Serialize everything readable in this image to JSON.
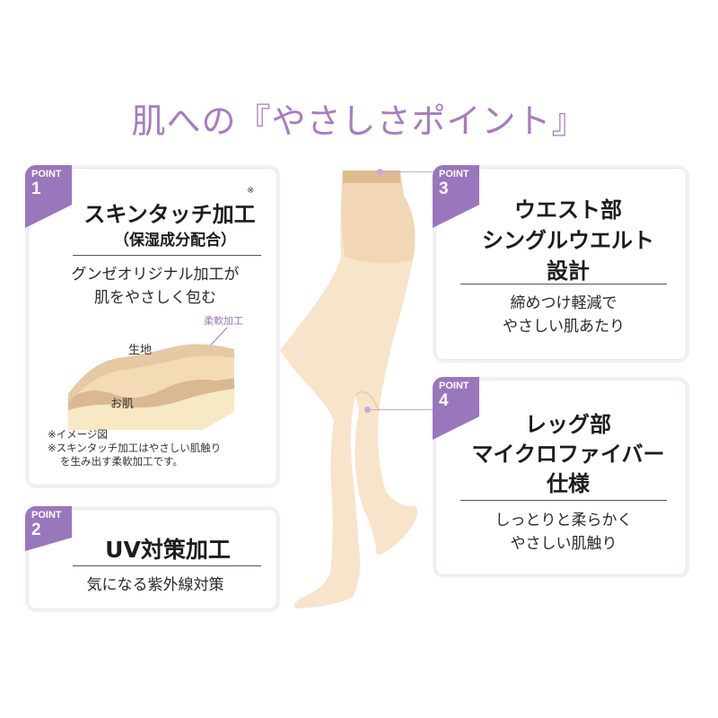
{
  "title": "肌への『やさしさポイント』",
  "badge_word": "POINT",
  "points": [
    {
      "number": "1",
      "heading": "スキンタッチ加工",
      "mark": "※",
      "subheading": "（保湿成分配合）",
      "description": [
        "グンゼオリジナル加工が",
        "肌をやさしく包む"
      ],
      "diagram": {
        "softening_label": "柔軟加工",
        "top_label": "生地",
        "bottom_label": "お肌"
      },
      "notes": [
        "※イメージ図",
        "※スキンタッチ加工はやさしい肌触り",
        "を生み出す柔軟加工です。"
      ]
    },
    {
      "number": "2",
      "heading": "UV対策加工",
      "description": [
        "気になる紫外線対策"
      ]
    },
    {
      "number": "3",
      "heading": [
        "ウエスト部",
        "シングルウエルト",
        "設計"
      ],
      "description": [
        "締めつけ軽減で",
        "やさしい肌あたり"
      ]
    },
    {
      "number": "4",
      "heading": [
        "レッグ部",
        "マイクロファイバー",
        "仕様"
      ],
      "description": [
        "しっとりと柔らかく",
        "やさしい肌触り"
      ]
    }
  ],
  "colors": {
    "accent": "#9a76bd",
    "title": "#a77cc0",
    "stocking": "#f6dfc2",
    "fabric": "#d9b892",
    "skin": "#f7e9c4"
  }
}
